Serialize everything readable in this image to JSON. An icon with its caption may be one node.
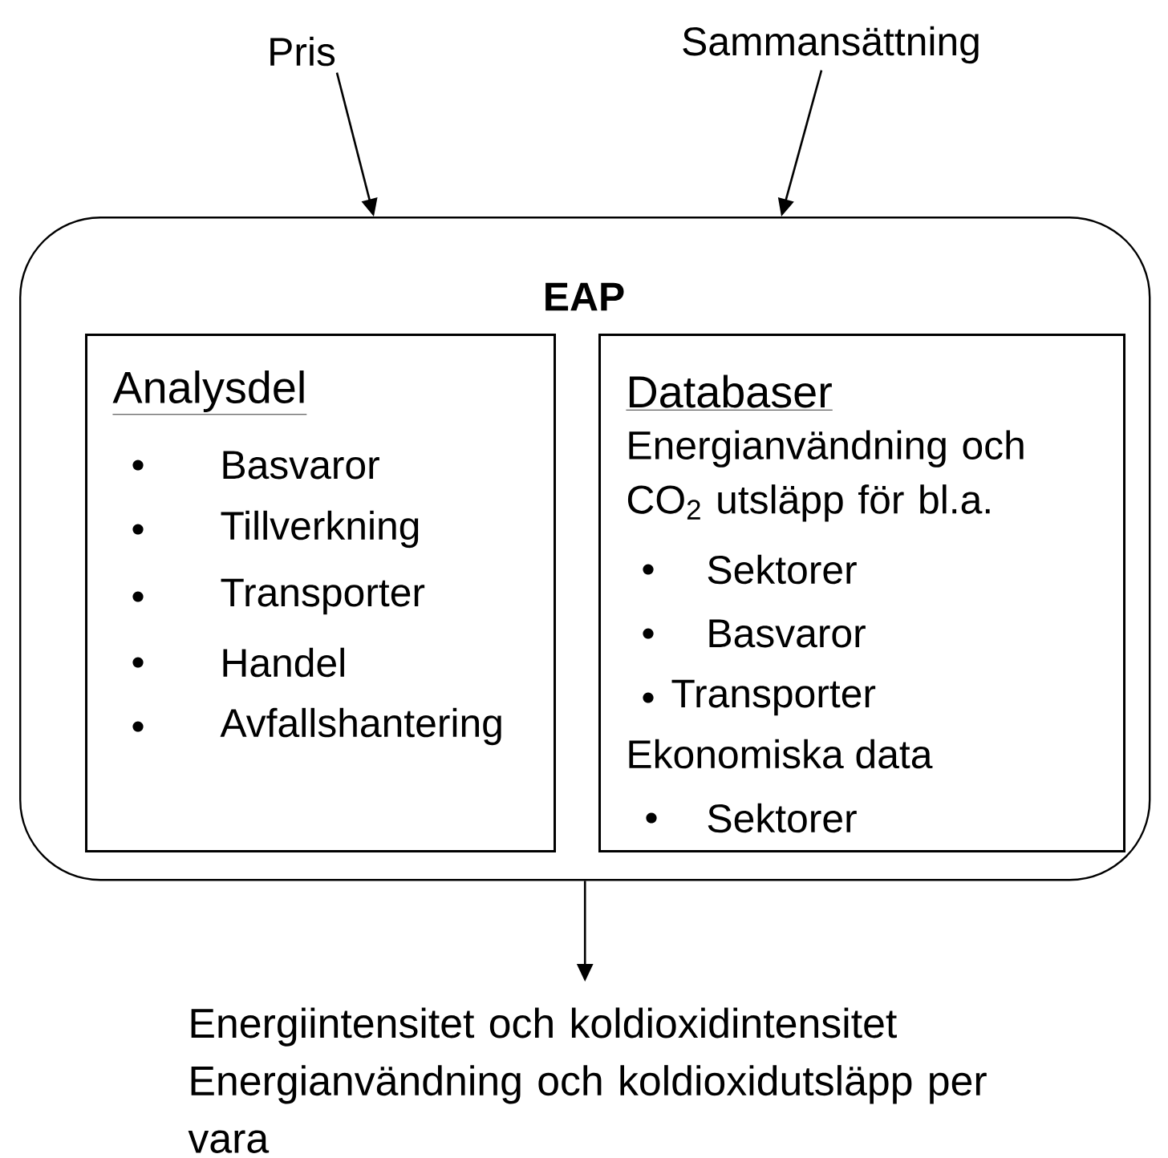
{
  "diagram": {
    "nodes": [
      {
        "text": [
          "Pris"
        ]
      },
      {
        "text": [
          "Sammansättning"
        ]
      },
      {
        "text": [
          "EAP"
        ]
      },
      {
        "text": [
          "Analysdel",
          "Basvaror",
          "Tillverkning",
          "Transporter",
          "Handel",
          "Avfallshantering"
        ],
        "in": 2
      },
      {
        "text": [
          "Databaser",
          "Energianvändning och CO$_{2}$ utsläpp för bl.a.",
          "Sektorer",
          "Basvaror",
          "Transporter",
          "Ekonomiska data",
          "Sektorer"
        ],
        "in": 2
      },
      {
        "text": [
          "Energiintensitet och koldioxidintensitet",
          "Energianvändning och koldioxidutsläpp per vara"
        ]
      }
    ],
    "edges": [
      {
        "from": 0,
        "to": 2,
        "arrow": "to"
      },
      {
        "from": 1,
        "to": 2,
        "arrow": "to"
      },
      {
        "from": 2,
        "to": 5,
        "arrow": "to"
      }
    ]
  }
}
